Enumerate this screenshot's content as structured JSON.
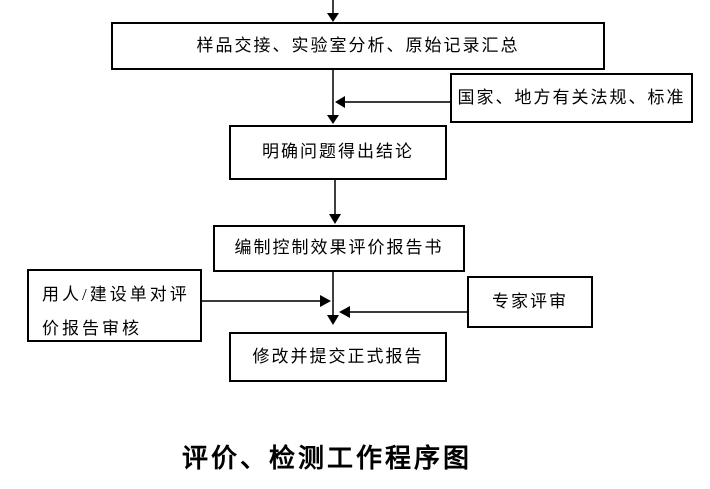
{
  "diagram": {
    "title": "评价、检测工作程序图",
    "nodes": {
      "sample_summary": {
        "label": "样品交接、实验室分析、原始记录汇总"
      },
      "regulations": {
        "label": "国家、地方有关法规、标准"
      },
      "conclusion": {
        "label": "明确问题得出结论"
      },
      "draft_report": {
        "label": "编制控制效果评价报告书"
      },
      "employer_review": {
        "label": "用人/建设单对评\n价报告审核"
      },
      "expert_review": {
        "label": "专家评审"
      },
      "final_report": {
        "label": "修改并提交正式报告"
      }
    },
    "colors": {
      "background": "#ffffff",
      "border": "#000000",
      "line": "#1f1f1f",
      "text": "#000000"
    }
  }
}
